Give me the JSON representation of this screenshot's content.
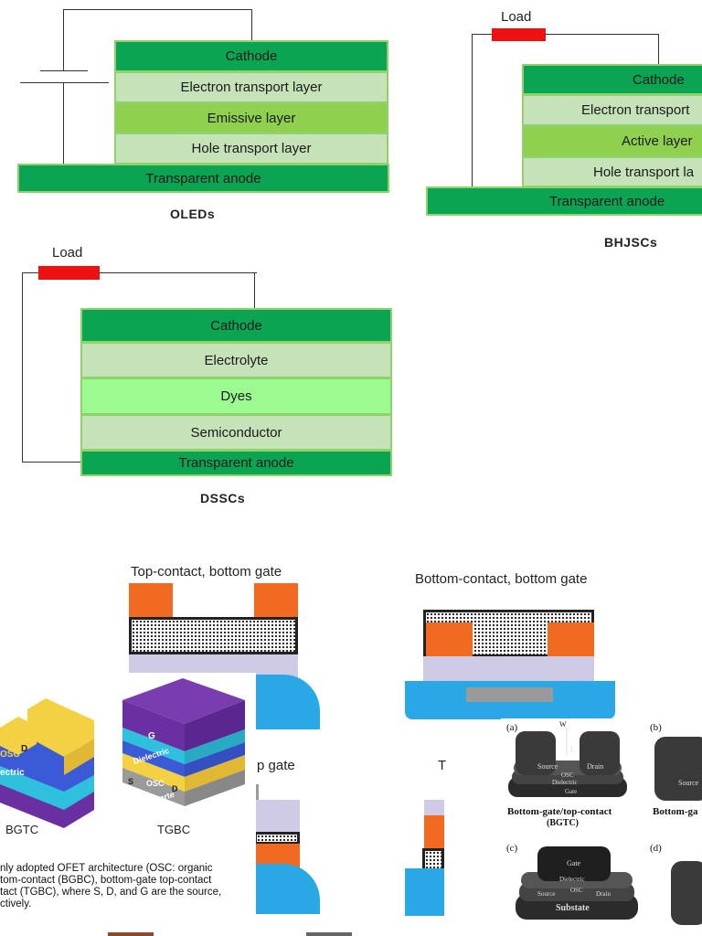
{
  "oled": {
    "layers": [
      "Cathode",
      "Electron transport layer",
      "Emissive layer",
      "Hole transport layer",
      "Transparent anode"
    ],
    "caption": "OLEDs"
  },
  "bhjsc": {
    "load": "Load",
    "layers": [
      "Cathode",
      "Electron transport",
      "Active layer",
      "Hole transport la",
      "Transparent anode"
    ],
    "caption": "BHJSCs"
  },
  "dssc": {
    "load": "Load",
    "layers": [
      "Cathode",
      "Electrolyte",
      "Dyes",
      "Semiconductor",
      "Transparent anode"
    ],
    "caption": "DSSCs"
  },
  "ofet_schematic": {
    "tcbg_title": "Top-contact, bottom gate",
    "bcbg_title": "Bottom-contact, bottom gate",
    "tg_partial_title": "p gate",
    "tg_partial_title2": "T"
  },
  "ofet_3d": {
    "bgtc_label": "BGTC",
    "tgbc_label": "TGBC",
    "left_cube": {
      "osc": "OSC",
      "d": "D",
      "dielectric": "ectric"
    },
    "right_cube": {
      "g": "G",
      "dielectric": "Dielectric",
      "s": "S",
      "osc": "OSC",
      "d": "D",
      "substrate": "Substarte"
    },
    "caption_lines": [
      "nly adopted OFET architecture (OSC: organic",
      "tom-contact (BGBC), bottom-gate top-contact",
      "tact (TGBC), where S, D, and G are the source,",
      "ctively."
    ]
  },
  "ofet_bw": {
    "a": "(a)",
    "b": "(b)",
    "c": "(c)",
    "d": "(d)",
    "w": "W",
    "l": "L",
    "source": "Source",
    "drain": "Drain",
    "osc": "OSC",
    "dielectric": "Dielectric",
    "gate": "Gate",
    "bgtc_line1": "Bottom-gate/top-contact",
    "bgtc_line2": "(BGTC)",
    "bg_partial": "Bottom-ga",
    "c_gate": "Gate",
    "c_dielectric": "Dielectric",
    "c_osc": "OSC",
    "c_source": "Source",
    "c_drain": "Drain",
    "c_substrate": "Substate",
    "b_source": "Source"
  }
}
